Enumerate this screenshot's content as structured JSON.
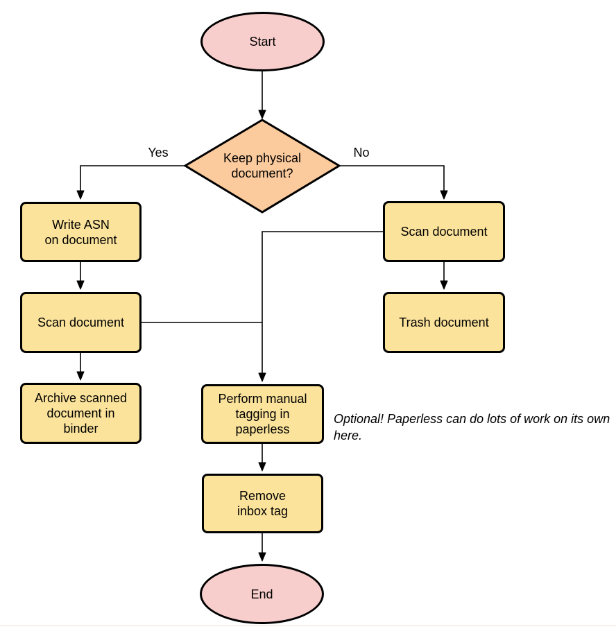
{
  "diagram": {
    "type": "flowchart",
    "nodes": {
      "start": {
        "label": "Start",
        "shape": "ellipse"
      },
      "decision": {
        "label": "Keep physical\ndocument?",
        "shape": "diamond"
      },
      "write_asn": {
        "label": "Write ASN\non document",
        "shape": "process"
      },
      "scan_left": {
        "label": "Scan document",
        "shape": "process"
      },
      "archive": {
        "label": "Archive scanned\ndocument in\nbinder",
        "shape": "process"
      },
      "scan_right": {
        "label": "Scan document",
        "shape": "process"
      },
      "trash": {
        "label": "Trash document",
        "shape": "process"
      },
      "tagging": {
        "label": "Perform manual\ntagging in\npaperless",
        "shape": "process"
      },
      "remove_inbox": {
        "label": "Remove\ninbox tag",
        "shape": "process"
      },
      "end": {
        "label": "End",
        "shape": "ellipse"
      }
    },
    "edge_labels": {
      "yes": "Yes",
      "no": "No"
    },
    "note": {
      "text": "Optional! Paperless can do lots of work on its own here."
    },
    "colors": {
      "terminal_fill": "#F8CECC",
      "decision_fill": "#FBCA9D",
      "process_fill": "#FBE39B",
      "stroke": "#000000",
      "text": "#000000"
    }
  }
}
